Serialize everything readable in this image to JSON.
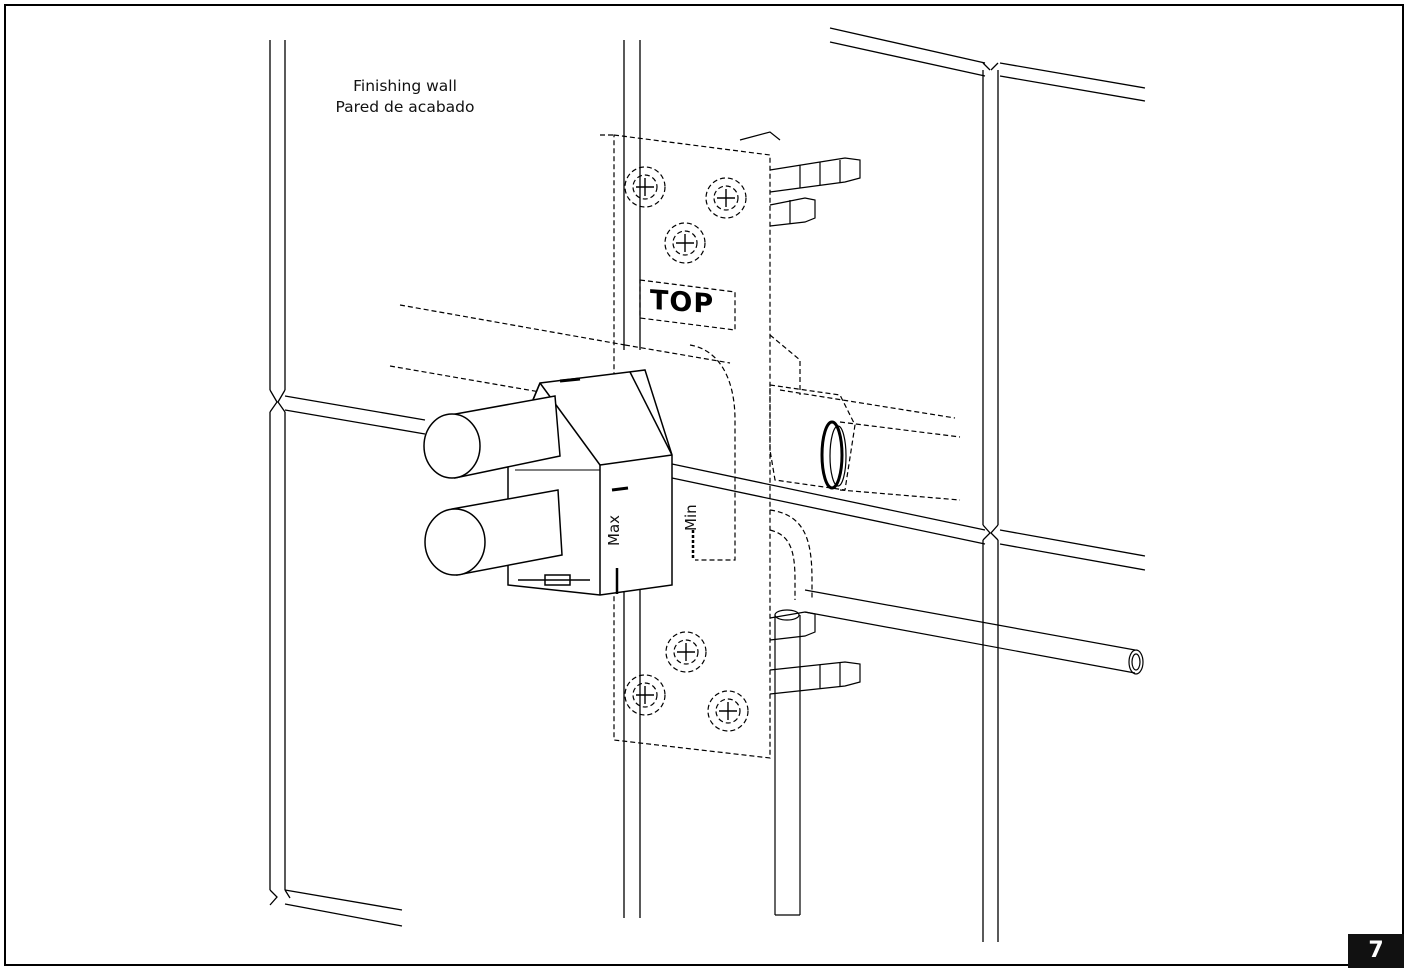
{
  "figure": {
    "wall_label_line1": "Finishing wall",
    "wall_label_line2": "Pared de acabado",
    "top_label": "TOP",
    "max_label": "Max",
    "min_label": "Min",
    "page_number": "7"
  }
}
